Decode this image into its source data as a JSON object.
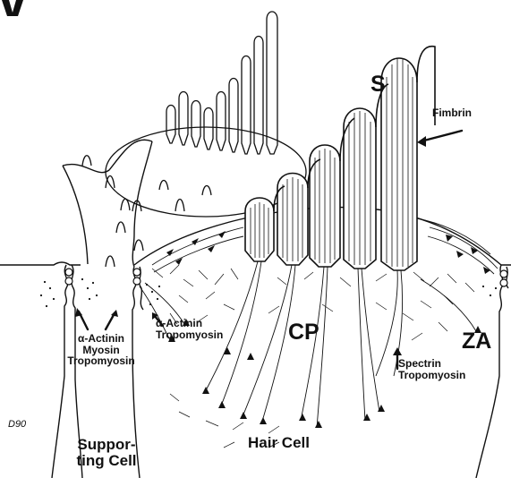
{
  "labels": {
    "s": "S",
    "fimbrin": "Fimbrin",
    "cp": "CP",
    "za": "ZA",
    "alpha_actinin_myosin": [
      "α-Actinin",
      "Myosin",
      "Tropomyosin"
    ],
    "alpha_actinin_tropomyosin": [
      "α-Actinin",
      "Tropomyosin"
    ],
    "spectrin_tropomyosin": [
      "Spectrin",
      "Tropomyosin"
    ],
    "hair_cell": "Hair Cell",
    "supporting_cell": [
      "Suppor-",
      "ting Cell"
    ],
    "signature": "D90"
  },
  "colors": {
    "ink": "#111111",
    "paper": "#ffffff"
  }
}
